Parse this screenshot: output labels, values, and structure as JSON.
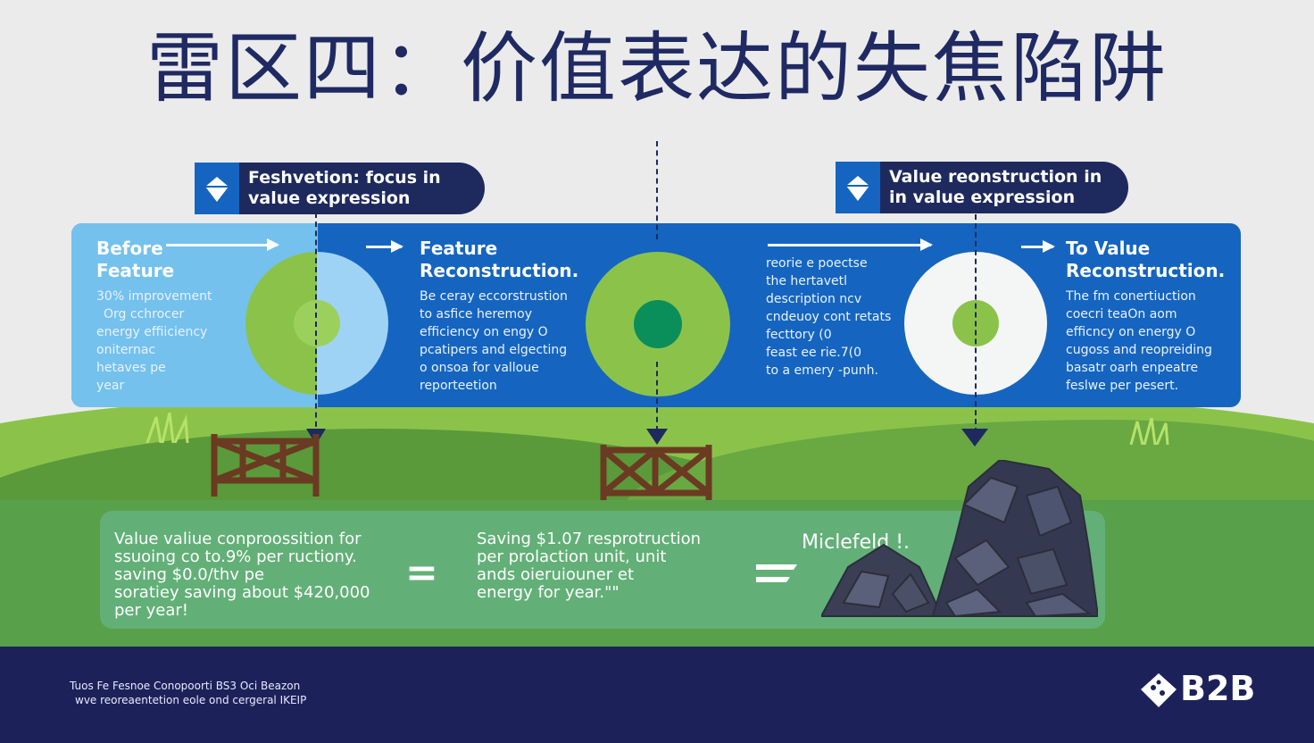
{
  "title": "雷区四：价值表达的失焦陷阱",
  "tags": {
    "left": [
      "Feshvetion: focus in",
      "value expression"
    ],
    "right": [
      "Value reonstruction in",
      "in value expression"
    ]
  },
  "panels": {
    "before": {
      "heading": [
        "Before",
        "Feature"
      ],
      "lines": [
        "30% improvement",
        "Org cchrocer",
        "energy effiiciency",
        "oniternac",
        "hetaves pe",
        "year"
      ]
    },
    "feature": {
      "heading": [
        "Feature",
        "Reconstruction."
      ],
      "lines": [
        "Be ceray eccorstrustion",
        "to asfice heremoy",
        "efficiency on engy O",
        "pcatipers and elgecting",
        "o onsoa for valloue",
        "reporteetion"
      ]
    },
    "middle": {
      "lines": [
        "reorie e poectse",
        "the hertavetl",
        "description ncv",
        "cndeuoy cont retats",
        "fecttory (0",
        "feast ee rie.7(0",
        "to a emery -punh."
      ]
    },
    "to_value": {
      "heading": [
        "To Value",
        "Reconstruction."
      ],
      "lines": [
        "The fm conertiuction",
        "coecri teaOn aom",
        "efficncy on energy O",
        "cugoss and reopreiding",
        "basatr oarh enpeatre",
        "feslwe per pesert."
      ]
    }
  },
  "bottom": {
    "left": [
      "Value valiue conproossition for",
      "ssuoing co to.9% per ructiony.",
      "saving $0.0/thv pe",
      "soratiey saving about $420,000",
      "per year!"
    ],
    "middle": [
      "Saving $1.07  resprotruction",
      "per prolaction unit, unit",
      "ands oieruiouner et",
      "energy for year.\"\""
    ],
    "right": "Miclefeld !.",
    "eq_symbol": "="
  },
  "footer": {
    "lines": [
      "Tuos Fe Fesnoe Conopoorti BS3 Oci Beazon",
      "wve reoreaentetion eole ond cergeral IKEIP"
    ],
    "logo": "B2B"
  },
  "colors": {
    "navy": "#1e2a5e",
    "blue": "#1565c0",
    "light_blue": "#74c1ee",
    "green": "#8bc34a",
    "dark_green": "#0a8f5a",
    "footer": "#1c2259"
  },
  "icons": [
    "diamond-icon",
    "fence-icon",
    "rock-pile-icon",
    "dice-logo-icon"
  ]
}
